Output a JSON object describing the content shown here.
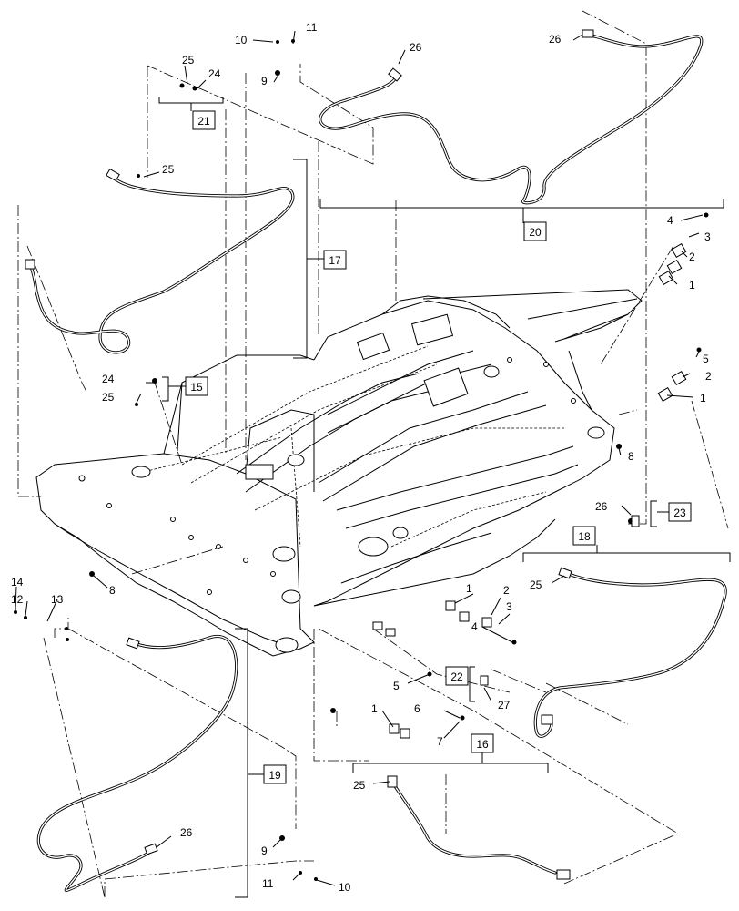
{
  "callouts": {
    "c1": "1",
    "c1b": "1",
    "c1c": "1",
    "c1d": "1",
    "c2": "2",
    "c2b": "2",
    "c2c": "2",
    "c3": "3",
    "c3b": "3",
    "c4": "4",
    "c4b": "4",
    "c5": "5",
    "c5b": "5",
    "c6": "6",
    "c7": "7",
    "c8": "8",
    "c8b": "8",
    "c9": "9",
    "c9b": "9",
    "c10": "10",
    "c10b": "10",
    "c11": "11",
    "c11b": "11",
    "c12": "12",
    "c13": "13",
    "c14": "14",
    "c24": "24",
    "c24b": "24",
    "c25": "25",
    "c25b": "25",
    "c25c": "25",
    "c25d": "25",
    "c25e": "25",
    "c26": "26",
    "c26b": "26",
    "c26c": "26",
    "c26d": "26",
    "c27": "27"
  },
  "boxed_callouts": {
    "b15": "15",
    "b16": "16",
    "b17": "17",
    "b18": "18",
    "b19": "19",
    "b20": "20",
    "b21": "21",
    "b22": "22",
    "b23": "23"
  }
}
